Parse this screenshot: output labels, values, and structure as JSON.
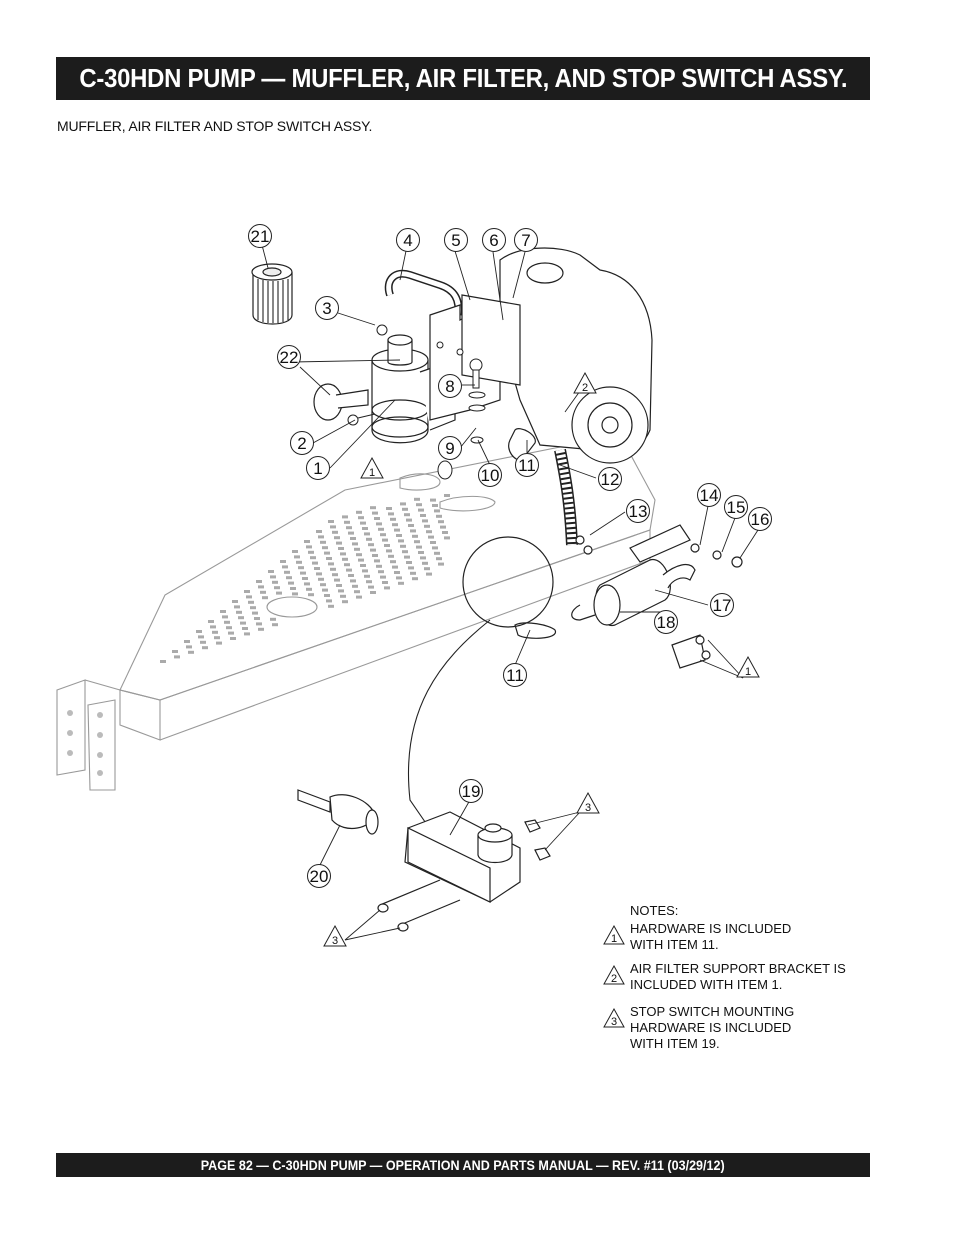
{
  "header": {
    "title": "C-30HDN PUMP — MUFFLER, AIR FILTER, AND STOP SWITCH ASSY.",
    "subtitle": "MUFFLER, AIR FILTER AND STOP SWITCH ASSY."
  },
  "diagram": {
    "callouts": [
      "21",
      "4",
      "5",
      "6",
      "7",
      "3",
      "22",
      "8",
      "2",
      "9",
      "1",
      "10",
      "11",
      "12",
      "13",
      "14",
      "15",
      "16",
      "17",
      "18",
      "11",
      "19",
      "20"
    ],
    "note_markers": [
      "1",
      "2",
      "1",
      "3",
      "3"
    ]
  },
  "notes": {
    "heading": "NOTES:",
    "items": [
      {
        "marker": "1",
        "text": "HARDWARE IS INCLUDED\nWITH ITEM 11."
      },
      {
        "marker": "2",
        "text": "AIR FILTER SUPPORT BRACKET IS\nINCLUDED WITH ITEM 1."
      },
      {
        "marker": "3",
        "text": "STOP SWITCH MOUNTING\nHARDWARE IS INCLUDED\nWITH ITEM 19."
      }
    ]
  },
  "footer": {
    "text": "PAGE 82 — C-30HDN PUMP — OPERATION AND PARTS MANUAL — REV. #11 (03/29/12)"
  }
}
